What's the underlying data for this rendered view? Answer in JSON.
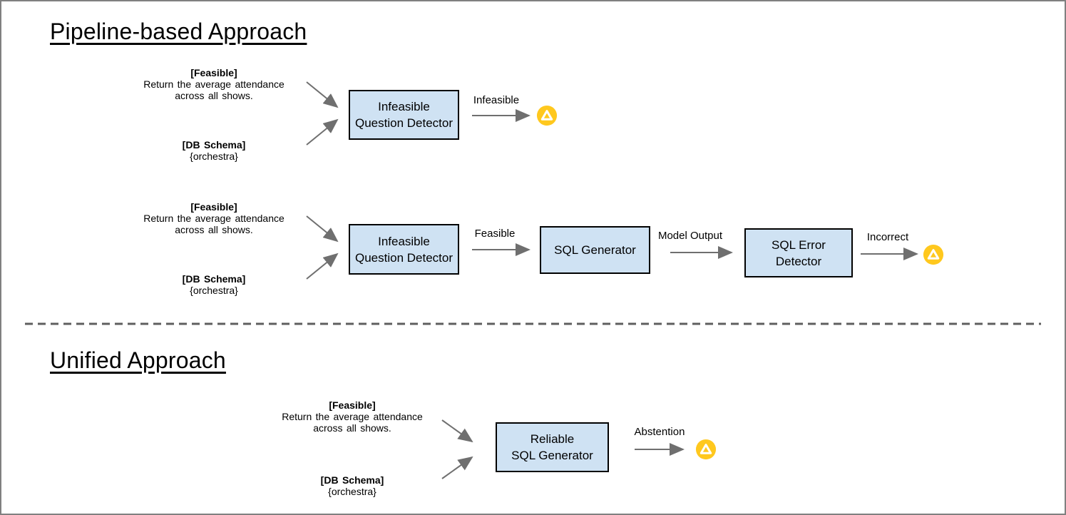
{
  "colors": {
    "box_fill": "#cfe2f3",
    "box_border": "#000000",
    "arrow": "#6f6f6f",
    "icon_bg": "#ffc81e",
    "icon_glyph": "#ffffff",
    "divider": "#5f5f5f",
    "frame": "#808080",
    "text": "#000000"
  },
  "icons": {
    "abstain": "warning-triangle-icon"
  },
  "pipeline": {
    "title": "Pipeline-based Approach",
    "row1": {
      "input": {
        "tag": "[Feasible]",
        "question_line1": "Return the average attendance",
        "question_line2": "across all shows.",
        "schema_tag": "[DB Schema]",
        "schema_value": "{orchestra}"
      },
      "detector": {
        "line1": "Infeasible",
        "line2": "Question Detector"
      },
      "edge_label": "Infeasible"
    },
    "row2": {
      "input": {
        "tag": "[Feasible]",
        "question_line1": "Return the average attendance",
        "question_line2": "across all shows.",
        "schema_tag": "[DB Schema]",
        "schema_value": "{orchestra}"
      },
      "detector": {
        "line1": "Infeasible",
        "line2": "Question Detector"
      },
      "edge1_label": "Feasible",
      "generator": {
        "line1": "SQL Generator"
      },
      "edge2_label": "Model Output",
      "error_detector": {
        "line1": "SQL Error",
        "line2": "Detector"
      },
      "edge3_label": "Incorrect"
    }
  },
  "unified": {
    "title": "Unified Approach",
    "row": {
      "input": {
        "tag": "[Feasible]",
        "question_line1": "Return the average attendance",
        "question_line2": "across all shows.",
        "schema_tag": "[DB Schema]",
        "schema_value": "{orchestra}"
      },
      "generator": {
        "line1": "Reliable",
        "line2": "SQL Generator"
      },
      "edge_label": "Abstention"
    }
  }
}
